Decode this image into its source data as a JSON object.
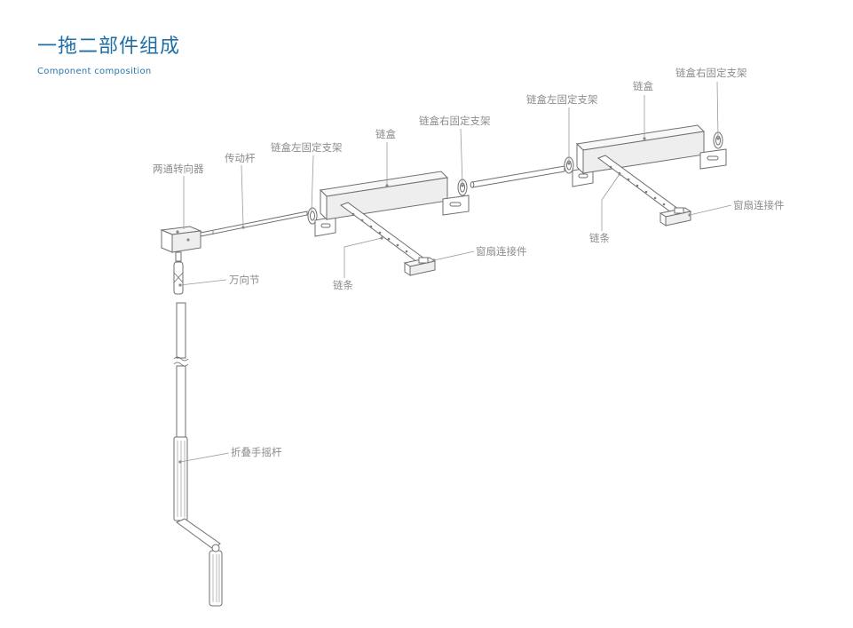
{
  "header": {
    "title": "一拖二部件组成",
    "subtitle": "Component composition"
  },
  "labels": {
    "two_way_diverter": "两通转向器",
    "drive_rod": "传动杆",
    "box1_left_bracket": "链盒左固定支架",
    "box1_chain_box": "链盒",
    "box1_right_bracket": "链盒右固定支架",
    "box1_sash_connector": "窗扇连接件",
    "box1_chain": "链条",
    "box2_left_bracket": "链盒左固定支架",
    "box2_chain_box": "链盒",
    "box2_right_bracket": "链盒右固定支架",
    "box2_sash_connector": "窗扇连接件",
    "box2_chain": "链条",
    "universal_joint": "万向节",
    "folding_crank": "折叠手摇杆"
  },
  "colors": {
    "title": "#1f6fa6",
    "label": "#8c8c8c",
    "line": "#6f6f6f"
  }
}
